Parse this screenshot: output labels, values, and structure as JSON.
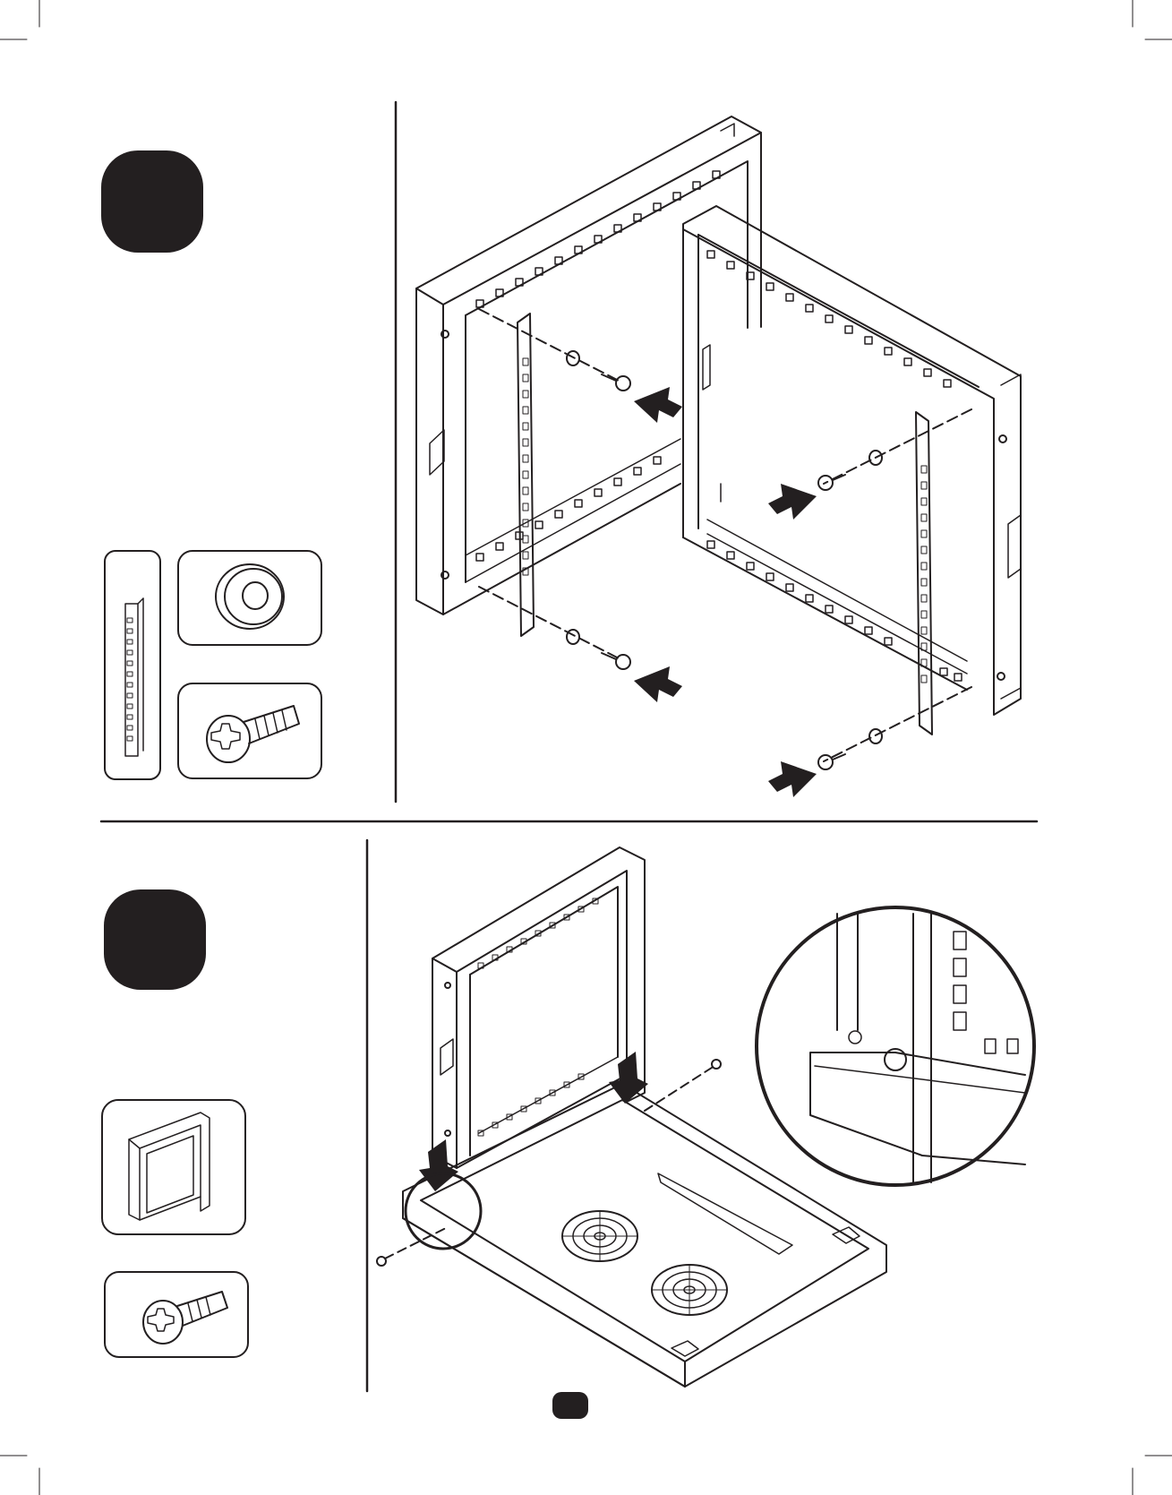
{
  "steps": [
    {
      "id": "step-a",
      "label": "",
      "parts": [
        "mounting-rail",
        "cage-nut",
        "screw"
      ]
    },
    {
      "id": "step-b",
      "label": "",
      "parts": [
        "rack-frame",
        "screw"
      ]
    }
  ],
  "page": {
    "number": ""
  },
  "colors": {
    "ink": "#231f20",
    "paper": "#ffffff"
  }
}
